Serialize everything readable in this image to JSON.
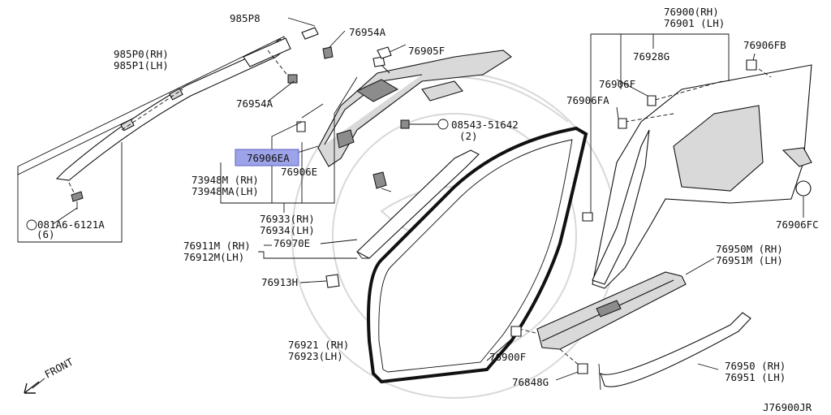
{
  "diagram": {
    "code": "J76900JR",
    "front_label": "FRONT",
    "highlighted_part": "76906EA",
    "callouts": {
      "p985P8": "985P8",
      "p76954A_top": "76954A",
      "p76905F": "76905F",
      "p985P0": "985P0(RH)",
      "p985P1": "985P1(LH)",
      "p76954A_bottom": "76954A",
      "p08543": "08543-51642",
      "p08543_qty": "(2)",
      "p76906EA": "76906EA",
      "p76906E": "76906E",
      "p73948M": "73948M (RH)",
      "p73948MA": "73948MA(LH)",
      "p081A6": "081A6-6121A",
      "p081A6_qty": "(6)",
      "p76933": "76933(RH)",
      "p76934": "76934(LH)",
      "p76911M": "76911M (RH)",
      "p76912M": "76912M(LH)",
      "p76970E": "76970E",
      "p76913H": "76913H",
      "p76921": "76921 (RH)",
      "p76923": "76923(LH)",
      "p76900": "76900(RH)",
      "p76901": "76901 (LH)",
      "p76928G": "76928G",
      "p76906FB": "76906FB",
      "p76906F": "76906F",
      "p76906FA": "76906FA",
      "p76906FC": "76906FC",
      "p76950M": "76950M (RH)",
      "p76951M": "76951M (LH)",
      "p76900F": "76900F",
      "p76848G": "76848G",
      "p76950": "76950 (RH)",
      "p76951": "76951 (LH)"
    }
  }
}
